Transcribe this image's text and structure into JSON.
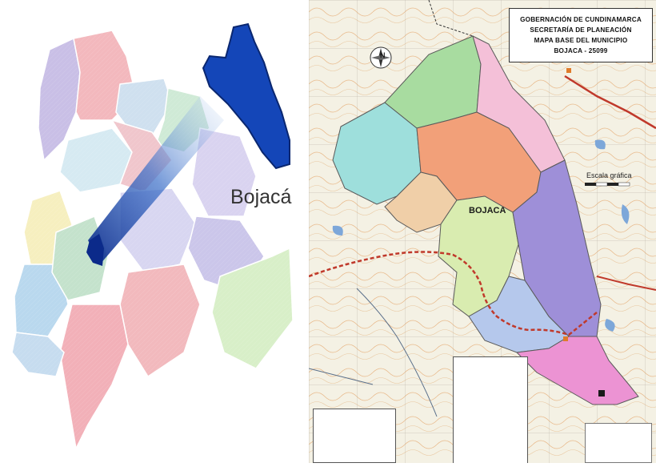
{
  "left_map": {
    "label": "Bojacá"
  },
  "right_map": {
    "title_lines": [
      "GOBERNACIÓN DE CUNDINAMARCA",
      "SECRETARÍA DE PLANEACIÓN",
      "MAPA BASE DEL MUNICIPIO",
      "BOJACA - 25099"
    ],
    "municipality_label": "BOJACA",
    "scale_label": "Escala gráfica",
    "compass_label": "N",
    "colors": {
      "zone_cyan": "#9edfdc",
      "zone_green": "#a8dca0",
      "zone_pink": "#f4c0d8",
      "zone_orange": "#f2a079",
      "zone_tan": "#f0cfa8",
      "zone_lime": "#d9ecb0",
      "zone_purple": "#9e8fd8",
      "zone_blue": "#b5c8ec",
      "zone_magenta": "#ec93d3",
      "river": "#7da7d9",
      "road": "#c0392b"
    }
  }
}
